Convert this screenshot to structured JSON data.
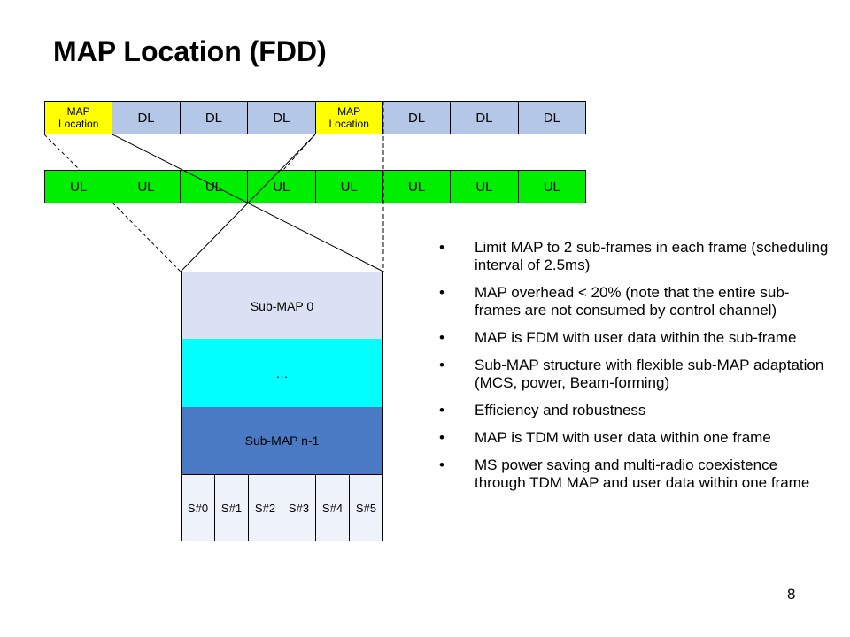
{
  "slide": {
    "title": "MAP Location (FDD)",
    "page_number": "8"
  },
  "downlink_row": [
    {
      "label": "MAP Location",
      "type": "map"
    },
    {
      "label": "DL",
      "type": "dl"
    },
    {
      "label": "DL",
      "type": "dl"
    },
    {
      "label": "DL",
      "type": "dl"
    },
    {
      "label": "MAP Location",
      "type": "map"
    },
    {
      "label": "DL",
      "type": "dl"
    },
    {
      "label": "DL",
      "type": "dl"
    },
    {
      "label": "DL",
      "type": "dl"
    }
  ],
  "uplink_row": [
    "UL",
    "UL",
    "UL",
    "UL",
    "UL",
    "UL",
    "UL",
    "UL"
  ],
  "submap": {
    "first": "Sub-MAP 0",
    "middle": "…",
    "last": "Sub-MAP n-1",
    "slots": [
      "S#0",
      "S#1",
      "S#2",
      "S#3",
      "S#4",
      "S#5"
    ]
  },
  "bullets": [
    "Limit MAP to 2 sub-frames in each frame (scheduling interval of 2.5ms)",
    "MAP overhead < 20% (note that the entire sub-frames are not consumed by control channel)",
    "MAP is FDM with user data within the sub-frame",
    "Sub-MAP structure with flexible sub-MAP adaptation (MCS, power, Beam-forming)",
    "Efficiency and robustness",
    "MAP is TDM with user data within one frame",
    "MS power saving and multi-radio coexistence through TDM MAP and user data within one frame"
  ],
  "colors": {
    "map": "#ffff00",
    "dl": "#b4c7e7",
    "ul": "#00ee00",
    "submap0": "#d9e1f2",
    "dots": "#00ffff",
    "submapn": "#4a7ac4",
    "slot": "#eef2fb"
  }
}
